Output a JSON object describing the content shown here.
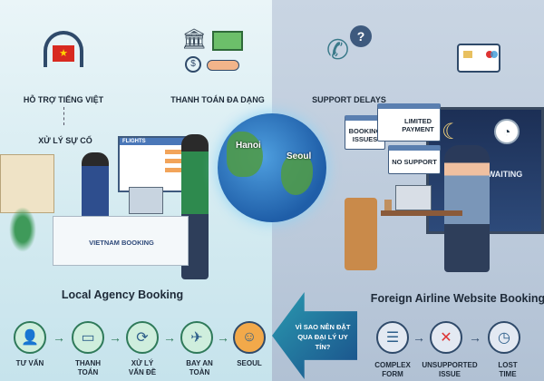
{
  "top_features": {
    "vietnamese_support": "HỖ TRỢ TIẾNG VIỆT",
    "incident_handling": "XỬ LÝ SỰ CỐ",
    "diverse_payment": "THANH TOÁN ĐA DẠNG",
    "support_delays": "SUPPORT DELAYS"
  },
  "scene": {
    "flights_screen": "FLIGHTS",
    "desk_sign": "VIETNAM BOOKING",
    "globe_cities": [
      "Hanoi",
      "Seoul"
    ],
    "popups": [
      "BOOKING ISSUES",
      "LIMITED PAYMENT",
      "NO SUPPORT"
    ],
    "waiting": "WAITING"
  },
  "local": {
    "title": "Local Agency Booking",
    "steps": [
      "TƯ VẤN",
      "THANH TOÁN",
      "XỬ LÝ VẤN ĐỀ",
      "BAY AN TOÀN",
      "SEOUL"
    ]
  },
  "center_arrow": "VÌ SAO NÊN ĐẶT QUA ĐẠI LÝ UY TÍN?",
  "foreign": {
    "title": "Foreign Airline Website Booking",
    "steps": [
      "COMPLEX FORM",
      "UNSUPPORTED ISSUE",
      "LOST TIME"
    ]
  },
  "colors": {
    "accent_green": "#2f7a5a",
    "arrow_blue": "#1f6f9a",
    "night": "#1c2f55"
  }
}
